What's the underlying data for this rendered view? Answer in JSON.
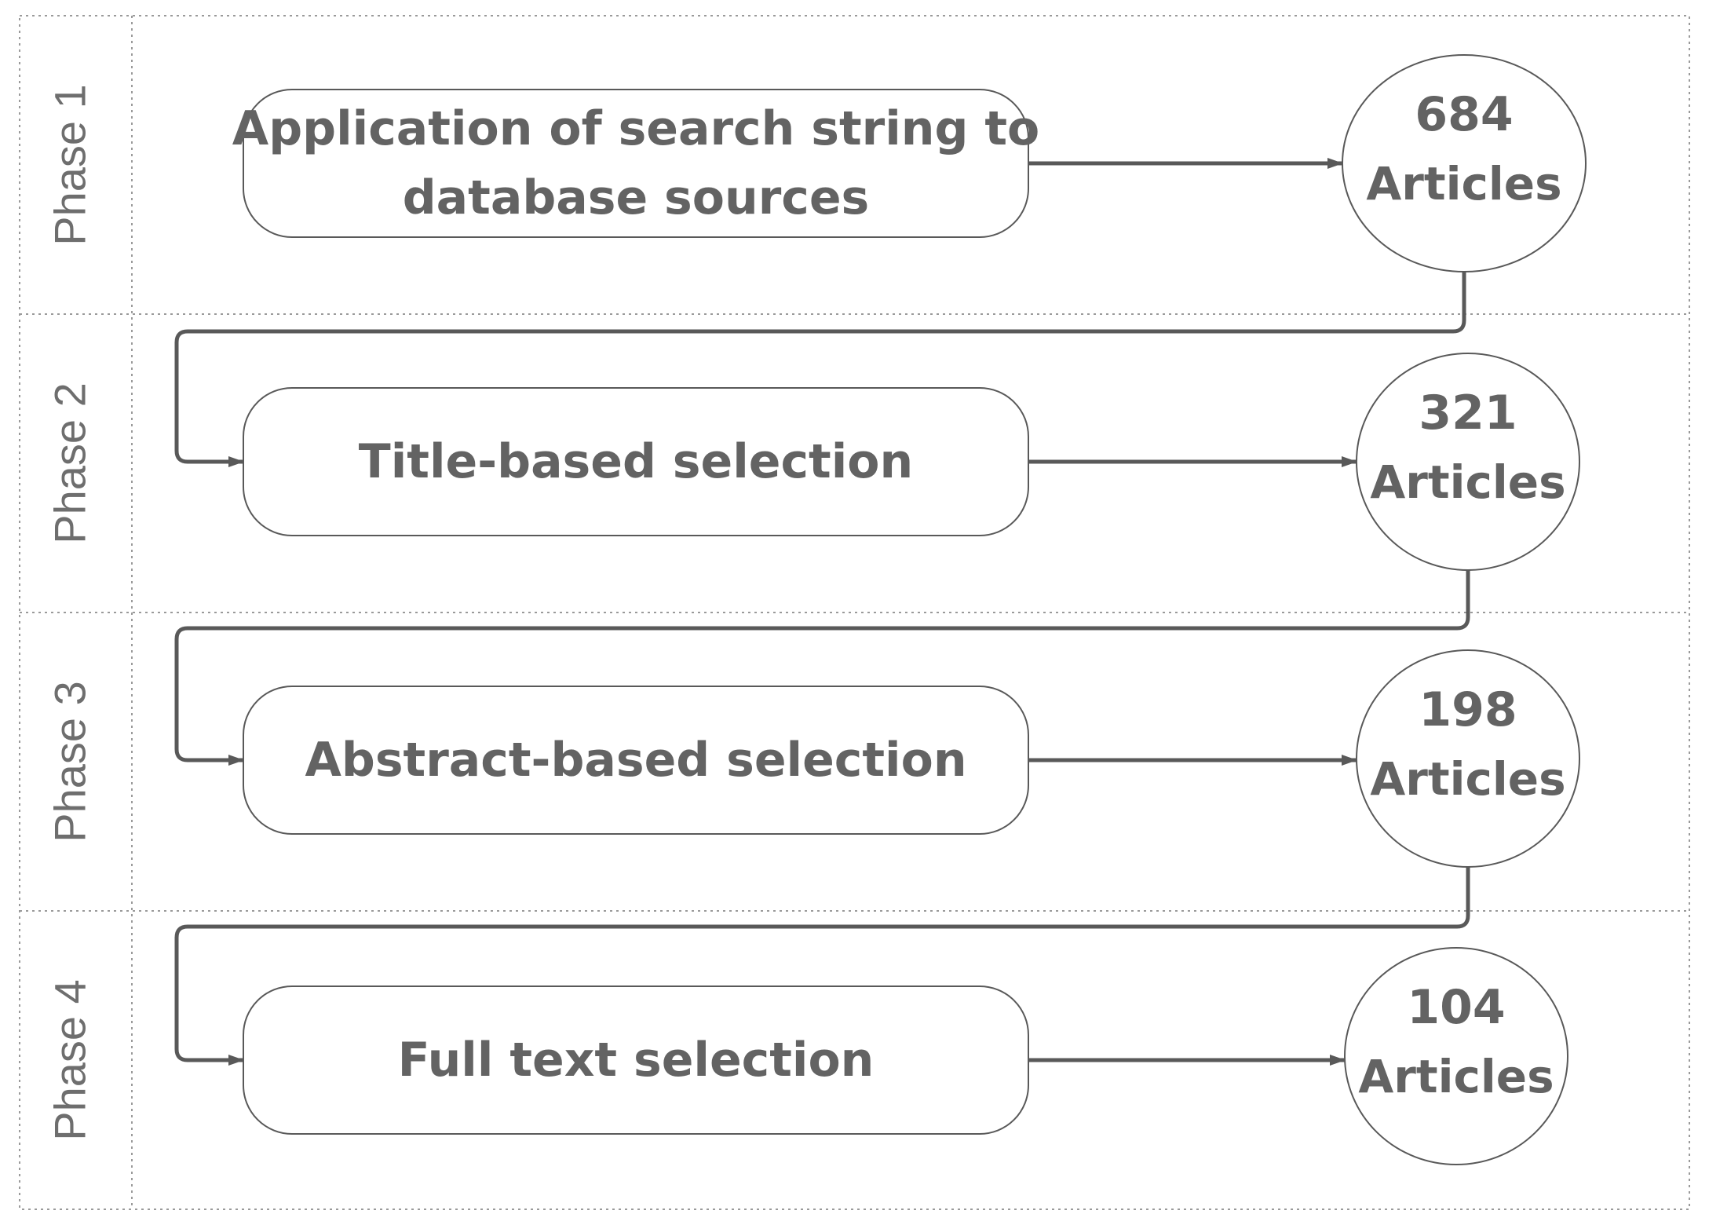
{
  "phases": [
    {
      "label": "Phase 1",
      "process": [
        "Application of search string to",
        "database sources"
      ],
      "count": "684",
      "unit": "Articles"
    },
    {
      "label": "Phase 2",
      "process": [
        "Title-based selection"
      ],
      "count": "321",
      "unit": "Articles"
    },
    {
      "label": "Phase 3",
      "process": [
        "Abstract-based selection"
      ],
      "count": "198",
      "unit": "Articles"
    },
    {
      "label": "Phase 4",
      "process": [
        "Full text selection"
      ],
      "count": "104",
      "unit": "Articles"
    }
  ],
  "colors": {
    "stroke": "#595959",
    "text": "#636363",
    "phase_text": "#6e6e6e",
    "grid": "#9a9a9a"
  }
}
